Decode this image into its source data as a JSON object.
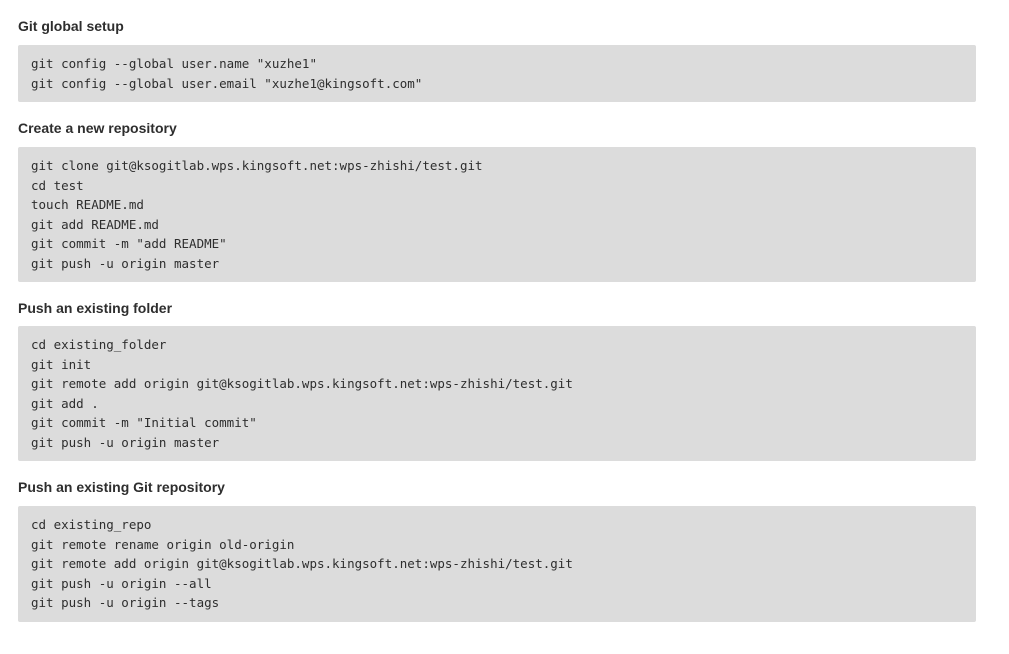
{
  "sections": [
    {
      "title": "Git global setup",
      "lines": [
        "git config --global user.name \"xuzhe1\"",
        "git config --global user.email \"xuzhe1@kingsoft.com\""
      ]
    },
    {
      "title": "Create a new repository",
      "lines": [
        "git clone git@ksogitlab.wps.kingsoft.net:wps-zhishi/test.git",
        "cd test",
        "touch README.md",
        "git add README.md",
        "git commit -m \"add README\"",
        "git push -u origin master"
      ]
    },
    {
      "title": "Push an existing folder",
      "lines": [
        "cd existing_folder",
        "git init",
        "git remote add origin git@ksogitlab.wps.kingsoft.net:wps-zhishi/test.git",
        "git add .",
        "git commit -m \"Initial commit\"",
        "git push -u origin master"
      ]
    },
    {
      "title": "Push an existing Git repository",
      "lines": [
        "cd existing_repo",
        "git remote rename origin old-origin",
        "git remote add origin git@ksogitlab.wps.kingsoft.net:wps-zhishi/test.git",
        "git push -u origin --all",
        "git push -u origin --tags"
      ]
    }
  ]
}
